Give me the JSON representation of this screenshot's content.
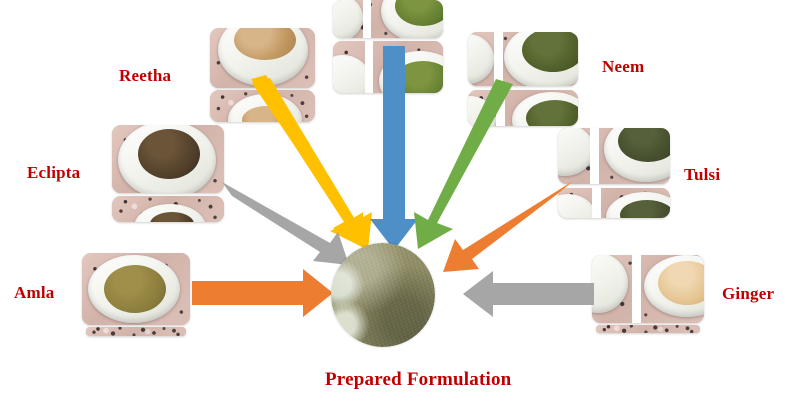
{
  "figure": {
    "background_color": "#ffffff",
    "label_color": "#c00000",
    "center_label": "Prepared Formulation"
  },
  "ingredients": [
    {
      "id": "reetha",
      "label": "Reetha",
      "arrow_color": "#ffc000",
      "arrow_name": "arrow-reetha-to-center",
      "powder_color": "#c49a63"
    },
    {
      "id": "top-center",
      "label": "",
      "arrow_color": "#4e8fc8",
      "arrow_name": "arrow-topcenter-to-center",
      "powder_color": "#5d7a2e"
    },
    {
      "id": "neem",
      "label": "Neem",
      "arrow_color": "#70ad47",
      "arrow_name": "arrow-neem-to-center",
      "powder_color": "#4c5a26"
    },
    {
      "id": "eclipta",
      "label": "Eclipta",
      "arrow_color": "#a6a6a6",
      "arrow_name": "arrow-eclipta-to-center",
      "powder_color": "#4c3b27"
    },
    {
      "id": "tulsi",
      "label": "Tulsi",
      "arrow_color": "#ed7d31",
      "arrow_name": "arrow-tulsi-to-center",
      "powder_color": "#414a2b"
    },
    {
      "id": "amla",
      "label": "Amla",
      "arrow_color": "#ed7d31",
      "arrow_name": "arrow-amla-to-center",
      "powder_color": "#8a7c3c"
    },
    {
      "id": "ginger",
      "label": "Ginger",
      "arrow_color": "#a6a6a6",
      "arrow_name": "arrow-ginger-to-center",
      "powder_color": "#e3c18c"
    }
  ],
  "center": {
    "product_label": "Prepared Formulation",
    "product_color": "#8b8960"
  }
}
